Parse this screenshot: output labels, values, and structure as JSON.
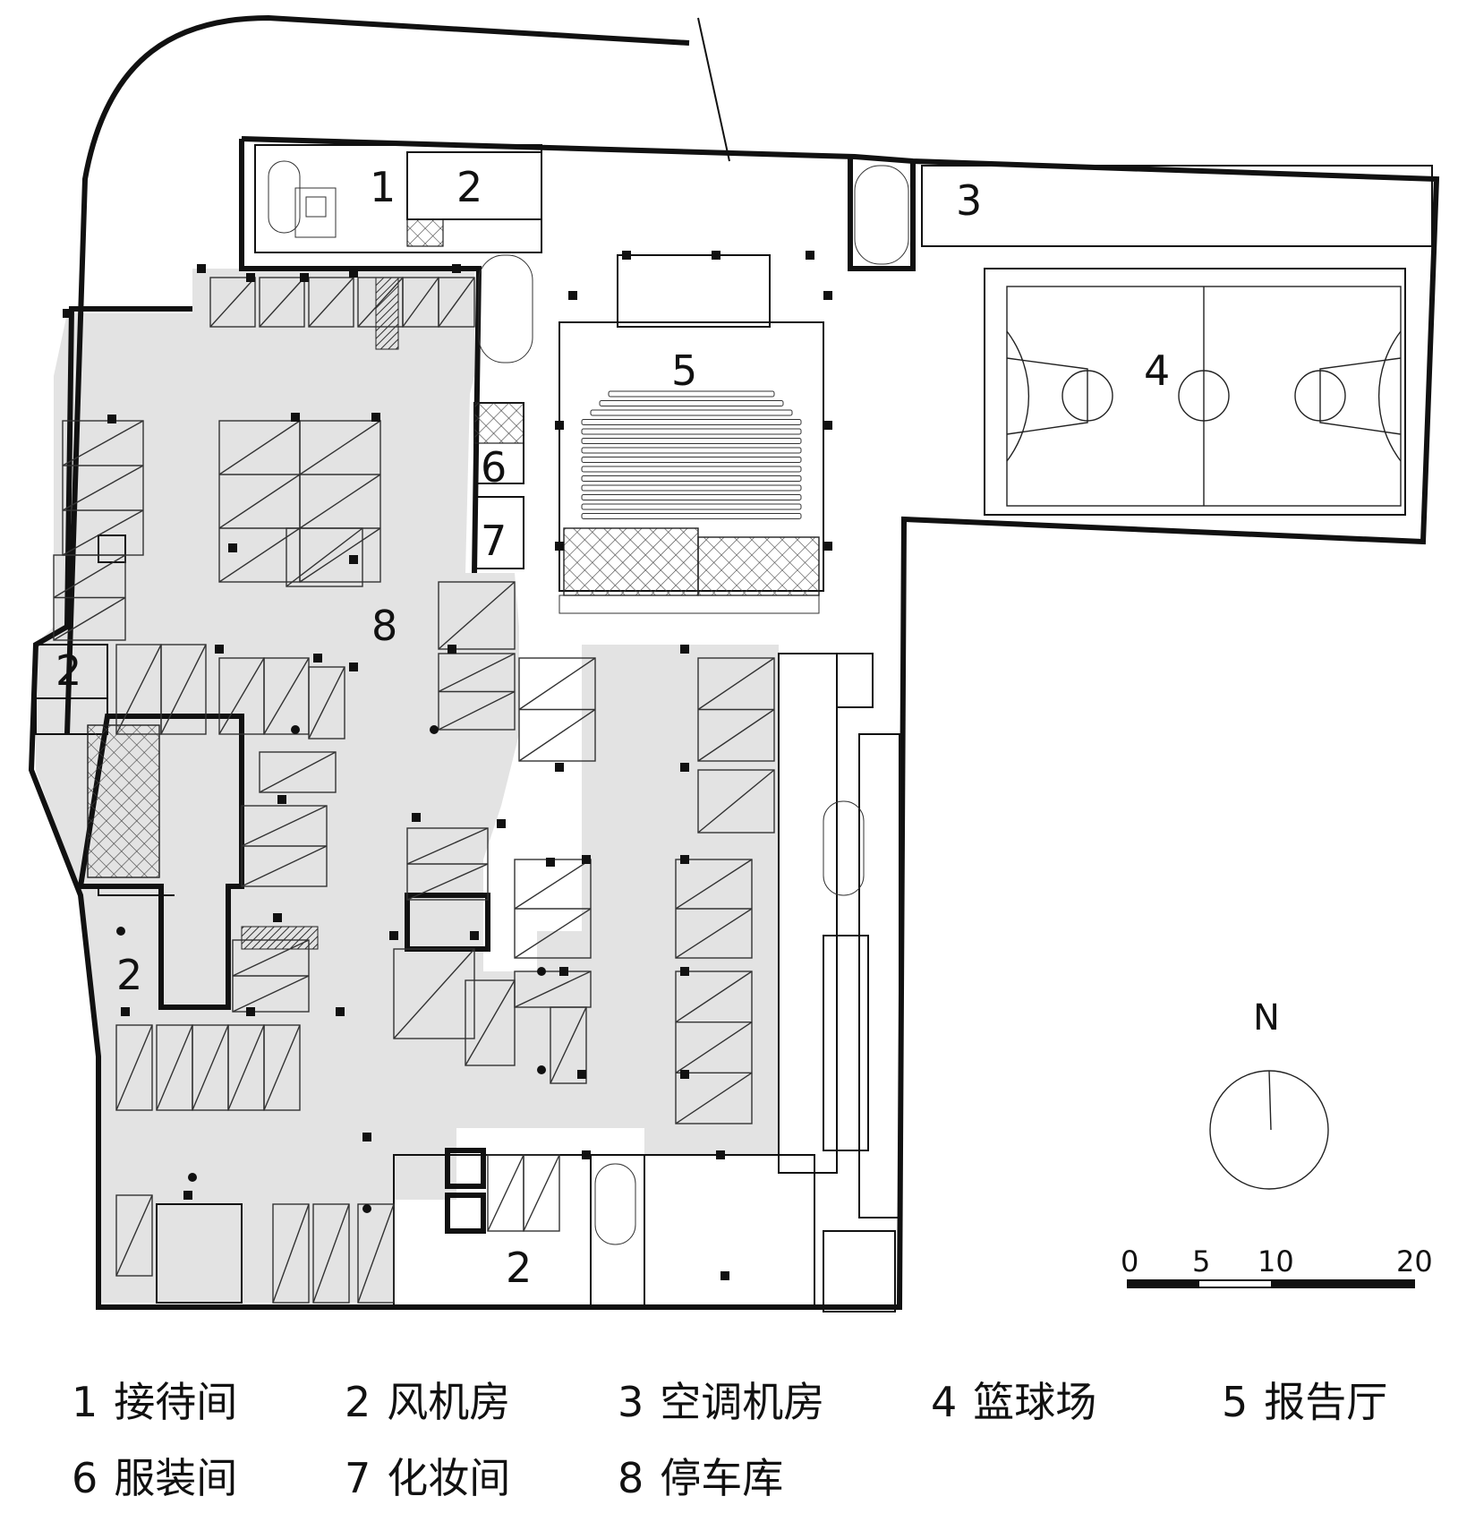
{
  "compass": {
    "label": "N"
  },
  "scale_bar": {
    "ticks": [
      "0",
      "5",
      "10",
      "20"
    ]
  },
  "room_labels": [
    {
      "id": "r1",
      "text": "1"
    },
    {
      "id": "r2a",
      "text": "2"
    },
    {
      "id": "r2b",
      "text": "2"
    },
    {
      "id": "r2c",
      "text": "2"
    },
    {
      "id": "r2d",
      "text": "2"
    },
    {
      "id": "r3",
      "text": "3"
    },
    {
      "id": "r4",
      "text": "4"
    },
    {
      "id": "r5",
      "text": "5"
    },
    {
      "id": "r6",
      "text": "6"
    },
    {
      "id": "r7",
      "text": "7"
    },
    {
      "id": "r8",
      "text": "8"
    }
  ],
  "legend": [
    {
      "num": "1",
      "name": "接待间"
    },
    {
      "num": "2",
      "name": "风机房"
    },
    {
      "num": "3",
      "name": "空调机房"
    },
    {
      "num": "4",
      "name": "篮球场"
    },
    {
      "num": "5",
      "name": "报告厅"
    },
    {
      "num": "6",
      "name": "服装间"
    },
    {
      "num": "7",
      "name": "化妆间"
    },
    {
      "num": "8",
      "name": "停车库"
    }
  ]
}
